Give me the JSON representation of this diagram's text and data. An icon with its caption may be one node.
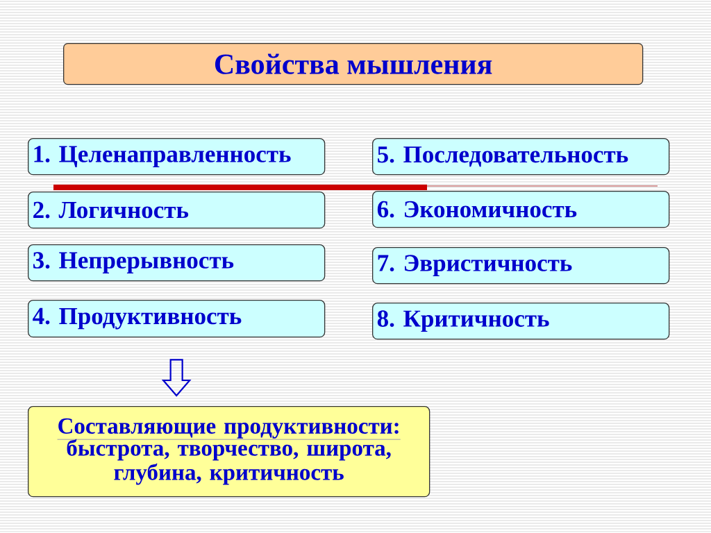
{
  "diagram": {
    "title": "Свойства мышления",
    "nodes": [
      {
        "text": [
          "1. Целенаправленность"
        ]
      },
      {
        "text": [
          "2. Логичность"
        ]
      },
      {
        "text": [
          "3. Непрерывность"
        ]
      },
      {
        "text": [
          "4. Продуктивность"
        ]
      },
      {
        "text": [
          "5. Последовательность"
        ]
      },
      {
        "text": [
          "6. Экономичность"
        ]
      },
      {
        "text": [
          "7. Эвристичность"
        ]
      },
      {
        "text": [
          "8. Критичность"
        ]
      },
      {
        "text": [
          "Составляющие продуктивности:",
          "быстрота, творчество, широта, глубина, критичность"
        ]
      }
    ],
    "edges": [
      {
        "from": 3,
        "to": 8,
        "arrow": "to"
      }
    ]
  }
}
